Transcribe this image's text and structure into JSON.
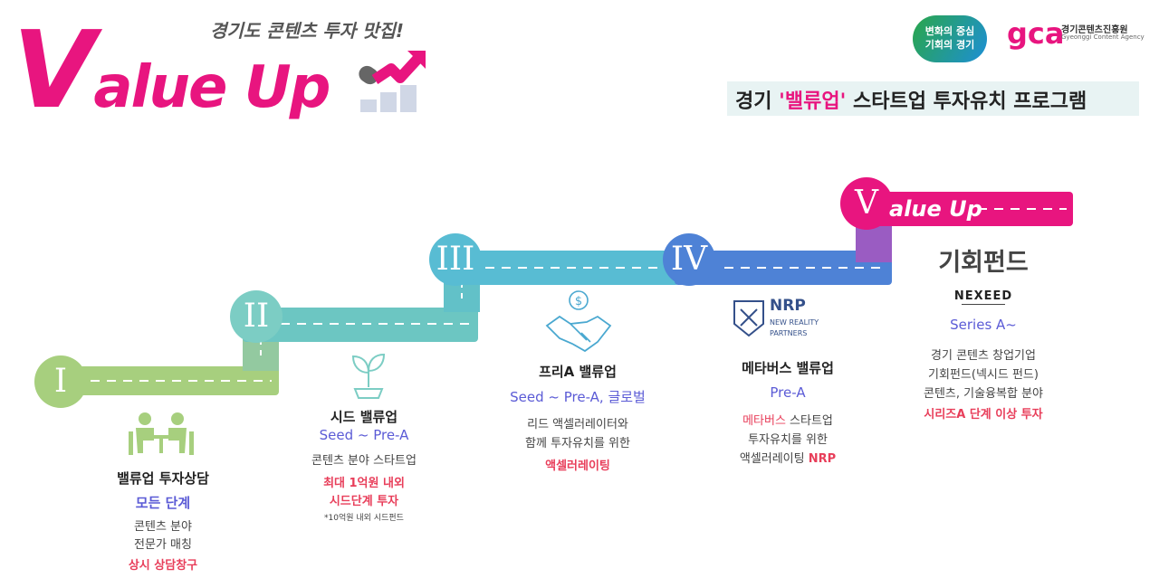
{
  "header": {
    "logo_v": "V",
    "logo_rest": "alue Up",
    "tagline": "경기도 콘텐츠 투자 맛집!",
    "badge_line1": "변화의 중심",
    "badge_line2": "기회의 경기",
    "gca_logo": "gca",
    "gca_name": "경기콘텐츠진흥원",
    "gca_en": "Gyeonggi Content Agency",
    "title_prefix": "경기 ",
    "title_highlight": "'밸류업'",
    "title_suffix": " 스타트업 투자유치 프로그램"
  },
  "steps": [
    {
      "numeral": "I",
      "title": "밸류업  투자상담",
      "stage": "모든 단계",
      "body1": "콘텐츠 분야",
      "body2": "전문가 매칭",
      "highlight": "상시 상담창구"
    },
    {
      "numeral": "II",
      "title": "시드 밸류업",
      "stage": "Seed ~ Pre-A",
      "body1": "콘텐츠 분야 스타트업",
      "highlight1": "최대 1억원 내외",
      "highlight2": "시드단계 투자",
      "note": "*10억원 내외 시드펀드"
    },
    {
      "numeral": "III",
      "title": "프리A 밸류업",
      "stage": "Seed ~ Pre-A, 글로벌",
      "body1": "리드 액셀러레이터와",
      "body2": "함께 투자유치를 위한",
      "highlight": "액셀러레이팅"
    },
    {
      "numeral": "IV",
      "logo": "NRP",
      "logo_sub1": "NEW REALITY",
      "logo_sub2": "PARTNERS",
      "title": "메타버스 밸류업",
      "stage": "Pre-A",
      "body1_red": "메타버스",
      "body1_rest": " 스타트업",
      "body2": "투자유치를 위한",
      "body3": "액셀러레이팅 ",
      "body3_red": "NRP"
    },
    {
      "numeral": "V",
      "banner": "alue Up",
      "title": "기회펀드",
      "logo": "NEXEED",
      "stage": "Series A~",
      "body1": "경기 콘텐츠  창업기업",
      "body2": "기회펀드(넥시드 펀드)",
      "body3": "콘텐츠, 기술융복합 분야",
      "highlight": "시리즈A 단계 이상 투자"
    }
  ],
  "colors": {
    "brand_pink": "#e8157f",
    "step1": "#a7cf7e",
    "step2": "#6cc6c2",
    "step3": "#58bcd3",
    "step4": "#4e82d6",
    "step5": "#e8157f",
    "stage_blue": "#5b5bd6",
    "highlight_red": "#e83e5a"
  }
}
